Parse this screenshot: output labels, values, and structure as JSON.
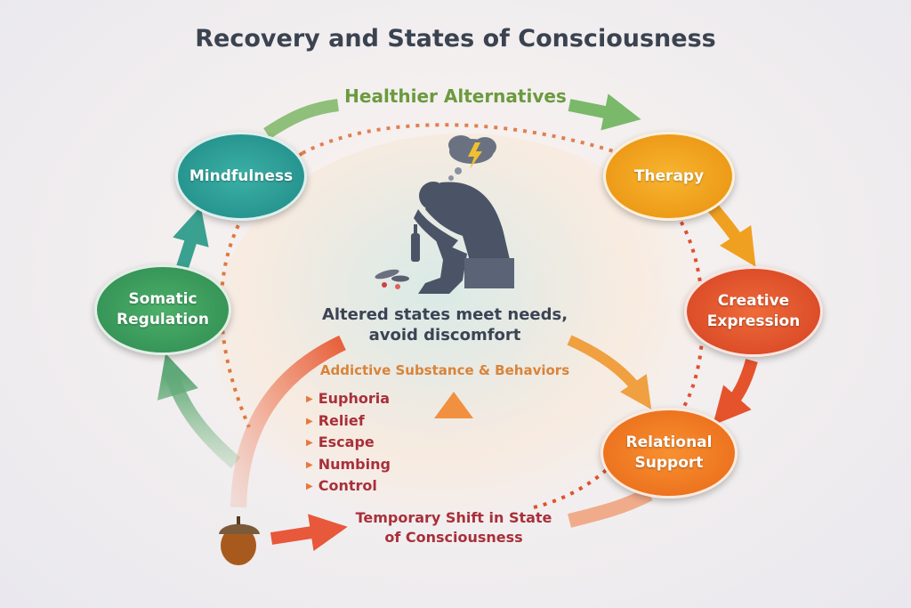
{
  "title": "Recovery and States of Consciousness",
  "arc_label": "Healthier Alternatives",
  "nodes": {
    "mindfulness": "Mindfulness",
    "therapy": "Therapy",
    "somatic": "Somatic\nRegulation",
    "creative": "Creative\nExpression",
    "relational": "Relational\nSupport"
  },
  "center": {
    "message": "Altered states meet needs,\navoid discomfort",
    "substances_label": "Addictive Substance & Behaviors",
    "effects": [
      "Euphoria",
      "Relief",
      "Escape",
      "Numbing",
      "Control"
    ],
    "shift_label": "Temporary Shift in State\nof Consciousness"
  },
  "colors": {
    "mindfulness": "#2a9d96",
    "therapy": "#f0a020",
    "somatic": "#3c9e5e",
    "creative": "#e4532c",
    "relational": "#f07c22",
    "title": "#3b4350",
    "effects": "#a8303a"
  }
}
